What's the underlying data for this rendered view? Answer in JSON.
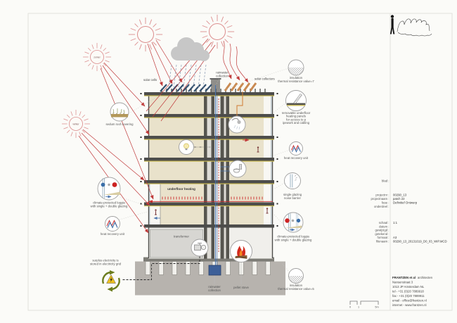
{
  "drawing_labels": {
    "zomer": "zomer",
    "winter": "winter",
    "solar_cells": "solar cells",
    "rainwater_top_1": "rainwater",
    "rainwater_top_2": "collection",
    "solar_collectors": "solar collectors",
    "sedum_roof": "sedum roof covering",
    "loggia_left_1": "climate-protected loggia",
    "loggia_left_2": "with single + double glazing",
    "heat_recovery_left": "heat recovery unit",
    "surplus_1": "surplus electricity is",
    "surplus_2": "stored in electricity grid",
    "underfloor_heating": "underfloor heating",
    "transformer": "transformer",
    "rainwater_tank_1": "rainwater",
    "rainwater_tank_2": "collection",
    "pellet_stove": "pellet stove",
    "insulation_roof_1": "insulation",
    "insulation_roof_2": "thermal resistance value=7",
    "removable_floor_1": "removable underfloor",
    "removable_floor_2": "heating panels",
    "removable_floor_3": "for access to p",
    "removable_floor_4": "ipework and cabling",
    "heat_recovery_right": "heat recovery unit",
    "single_glazing_1": "single glazing",
    "single_glazing_2": "noise barrier",
    "loggia_right_1": "climate-protected loggia",
    "loggia_right_2": "with single + double glazing",
    "insulation_ground_1": "insulation",
    "insulation_ground_2": "thermal resistance value=5"
  },
  "titleblock": {
    "blad_label": "blad :",
    "projectnr_label": "projectnr :",
    "projectnr": "00290_13",
    "projectnaam_label": "projectnaam :",
    "projectnaam": "patch 22",
    "fase_label": "fase :",
    "fase": "Definitief Ontwerp",
    "onderdeel_label": "onderdeel :",
    "schaal_label": "schaal :",
    "schaal": "1:1",
    "datum_label": "datum :",
    "gewijzigd_label": "gewijzigd :",
    "getekend_label": "getekend :",
    "formaat_label": "formaat :",
    "formaat": "A3",
    "filenaam_label": "filenaam :",
    "filenaam": "00290_13_20131019_D0_03_WIP.MCD"
  },
  "firm": {
    "name": "FRANTZEN et al",
    "name_suffix": "architecten",
    "address_line1": "Nansenstraat 3",
    "address_line2": "1013 JP Amsterdam NL",
    "tel": "tel - +31 (0)20 7889918",
    "fax": "fax - +31 (0)20 7889911",
    "email": "email - office@frantzen.nl",
    "internet": "internet - www.frantzen.nl"
  },
  "scalebar": {
    "zero": "0",
    "one": "1",
    "five_m": "5m"
  },
  "colors": {
    "sun": "#dc8f8f",
    "sun_ray_arrow": "#c03a3a",
    "rain": "#96a5bb",
    "solar_cell": "#33506e",
    "solar_collector": "#c98a52",
    "collector_pipe": "#d07a30",
    "water": "#4a74ad",
    "heating_red": "#cc2a2a",
    "room_beige": "#e9e2cb",
    "slab_gray": "#4d4d4b",
    "insulation_yellow": "#c8b851",
    "soil_gray": "#b7b3ae",
    "tank_blue": "#3d5f98",
    "recycle_green": "#6b7c1e",
    "warning_yellow": "#eec11e"
  },
  "icons": [
    "sun-icon",
    "cloud-icon",
    "rain-icon",
    "architect-logo-icon",
    "sedum-icon",
    "loggia-glazing-icon",
    "heat-exchanger-icon",
    "insulation-hatch-icon",
    "removable-panel-icon",
    "noise-glazing-icon",
    "lightbulb-icon",
    "shower-icon",
    "toilet-icon",
    "pump-icon",
    "flame-icon",
    "recycle-icon",
    "warning-triangle-icon"
  ]
}
